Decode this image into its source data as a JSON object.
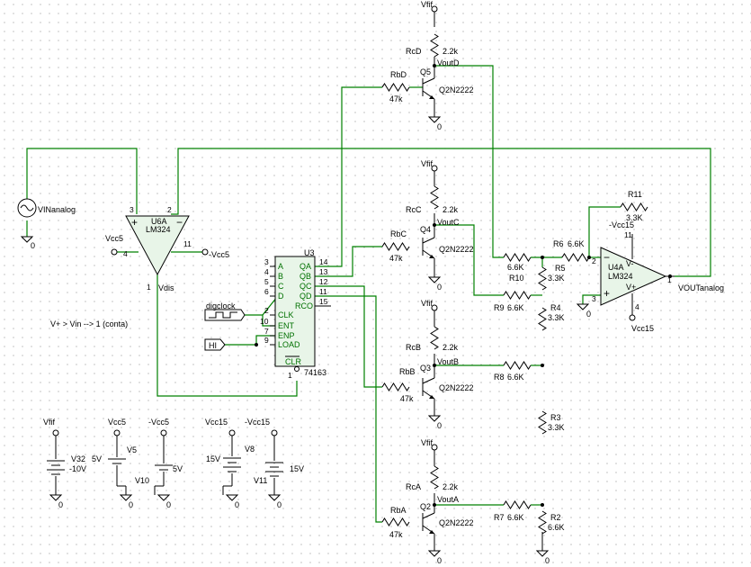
{
  "transistors": [
    {
      "id": "q5",
      "ref": "Q5",
      "model": "Q2N2222",
      "rb": {
        "ref": "RbD",
        "value": "47k"
      },
      "rc": {
        "ref": "RcD",
        "value": "2.2k"
      },
      "vcc": "Vfif",
      "net": "VoutD",
      "gnd": "0"
    },
    {
      "id": "q4",
      "ref": "Q4",
      "model": "Q2N2222",
      "rb": {
        "ref": "RbC",
        "value": "47k"
      },
      "rc": {
        "ref": "RcC",
        "value": "2.2k"
      },
      "vcc": "Vfif",
      "net": "VoutC",
      "gnd": "0"
    },
    {
      "id": "q3",
      "ref": "Q3",
      "model": "Q2N2222",
      "rb": {
        "ref": "RbB",
        "value": "47k"
      },
      "rc": {
        "ref": "RcB",
        "value": "2.2k"
      },
      "vcc": "Vfif",
      "net": "VoutB",
      "gnd": "0"
    },
    {
      "id": "q2",
      "ref": "Q2",
      "model": "Q2N2222",
      "rb": {
        "ref": "RbA",
        "value": "47k"
      },
      "rc": {
        "ref": "RcA",
        "value": "2.2k"
      },
      "vcc": "Vfif",
      "net": "VoutA",
      "gnd": "0"
    }
  ],
  "ladder": {
    "r10": {
      "ref": "R10",
      "value": "6.6K"
    },
    "r9": {
      "ref": "R9",
      "value": "6.6K"
    },
    "r8": {
      "ref": "R8",
      "value": "6.6K"
    },
    "r7": {
      "ref": "R7",
      "value": "6.6K"
    },
    "r6": {
      "ref": "R6",
      "value": "6.6K"
    },
    "r5": {
      "ref": "R5",
      "value": "3.3K"
    },
    "r4": {
      "ref": "R4",
      "value": "3.3K"
    },
    "r3": {
      "ref": "R3",
      "value": "3.3K"
    },
    "r2": {
      "ref": "R2",
      "value": "6.6K"
    },
    "r11": {
      "ref": "R11",
      "value": "3.3K"
    },
    "gnd": "0"
  },
  "opamp_out": {
    "ref": "U4A",
    "model": "LM324",
    "pin_pos": "2",
    "pin_neg": "3",
    "pin_out": "1",
    "pin_vp": "11",
    "pin_vn": "4",
    "vminus": "-Vcc15",
    "vplus": "Vcc15",
    "out_label": "VOUTanalog",
    "gnd": "0"
  },
  "comparator": {
    "ref": "U6A",
    "model": "LM324",
    "pin_plus": "3",
    "pin_minus": "2",
    "pin_vp": "4",
    "pin_vn": "11",
    "pin_out": "1",
    "vplus": "Vcc5",
    "vminus": "-Vcc5",
    "out_label": "Vdis"
  },
  "source_in": {
    "label": "VINanalog",
    "gnd": "0"
  },
  "counter": {
    "ref": "U3",
    "model": "74163",
    "left_pins": [
      {
        "num": "3",
        "name": "A"
      },
      {
        "num": "4",
        "name": "B"
      },
      {
        "num": "5",
        "name": "C"
      },
      {
        "num": "6",
        "name": "D"
      },
      {
        "num": "2",
        "name": "CLK"
      },
      {
        "num": "10",
        "name": "ENT"
      },
      {
        "num": "7",
        "name": "ENP"
      },
      {
        "num": "9",
        "name": "LOAD"
      }
    ],
    "right_pins": [
      {
        "num": "14",
        "name": "QA"
      },
      {
        "num": "13",
        "name": "QB"
      },
      {
        "num": "12",
        "name": "QC"
      },
      {
        "num": "11",
        "name": "QD"
      },
      {
        "num": "15",
        "name": "RCO"
      }
    ],
    "clr": {
      "num": "1",
      "name": "CLR"
    }
  },
  "clock_label": "digclock",
  "hi_label": "HI",
  "note": "V+ > Vin  --> 1 (conta)",
  "supplies": [
    {
      "id": "v32",
      "net": "Vfif",
      "ref": "V32",
      "value": "-10V",
      "gnd": "0"
    },
    {
      "id": "v5",
      "net": "Vcc5",
      "ref": "V5",
      "value": "5V",
      "gnd": "0"
    },
    {
      "id": "v10",
      "net": "-Vcc5",
      "ref": "V10",
      "value": "5V",
      "gnd": "0"
    },
    {
      "id": "v8",
      "net": "Vcc15",
      "ref": "V8",
      "value": "15V",
      "gnd": "0"
    },
    {
      "id": "v11",
      "net": "-Vcc15",
      "ref": "V11",
      "value": "15V",
      "gnd": "0"
    }
  ]
}
